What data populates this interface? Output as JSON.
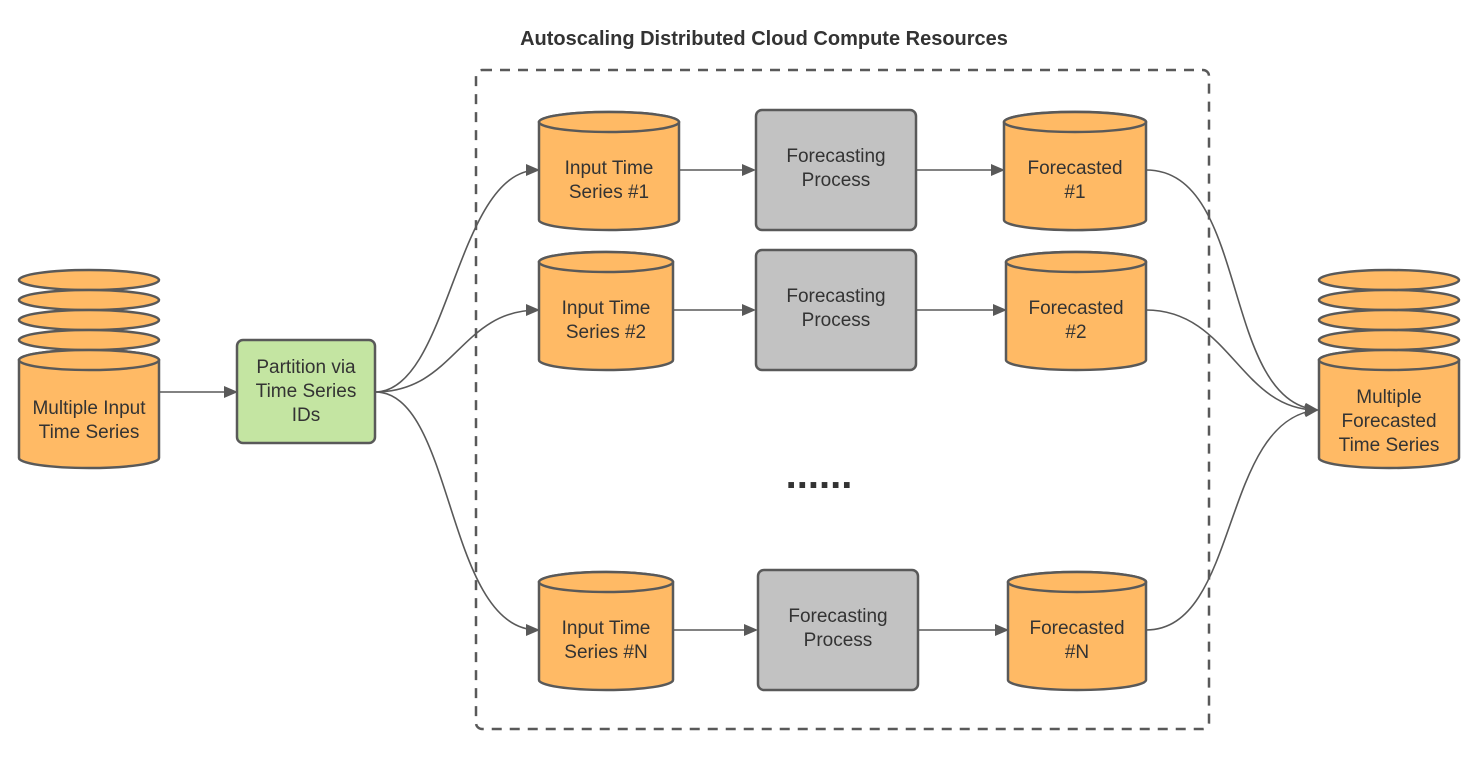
{
  "title": "Autoscaling Distributed Cloud Compute Resources",
  "colors": {
    "cylinder_fill": "#ffba65",
    "process_fill": "#c2c2c2",
    "partition_fill": "#c4e5a2",
    "stroke": "#595959",
    "text": "#333333",
    "background": "#ffffff"
  },
  "input_store": {
    "line1": "Multiple Input",
    "line2": "Time Series"
  },
  "partition": {
    "line1": "Partition via",
    "line2": "Time Series",
    "line3": "IDs"
  },
  "rows": [
    {
      "input": {
        "line1": "Input Time",
        "line2": "Series #1"
      },
      "process": {
        "line1": "Forecasting",
        "line2": "Process"
      },
      "output": {
        "line1": "Forecasted",
        "line2": "#1"
      }
    },
    {
      "input": {
        "line1": "Input Time",
        "line2": "Series #2"
      },
      "process": {
        "line1": "Forecasting",
        "line2": "Process"
      },
      "output": {
        "line1": "Forecasted",
        "line2": "#2"
      }
    },
    {
      "input": {
        "line1": "Input Time",
        "line2": "Series #N"
      },
      "process": {
        "line1": "Forecasting",
        "line2": "Process"
      },
      "output": {
        "line1": "Forecasted",
        "line2": "#N"
      }
    }
  ],
  "ellipsis": "......",
  "output_store": {
    "line1": "Multiple",
    "line2": "Forecasted",
    "line3": "Time Series"
  }
}
